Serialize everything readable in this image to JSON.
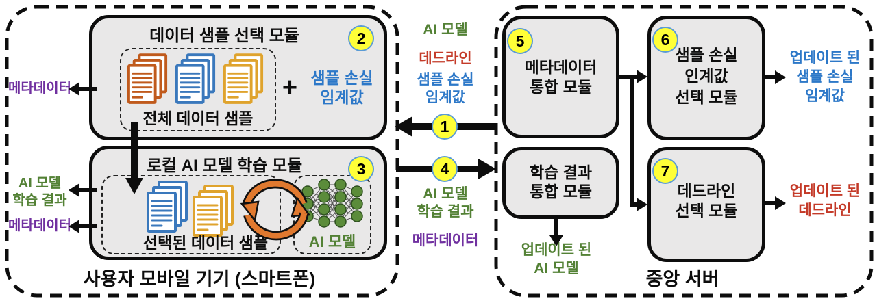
{
  "colors": {
    "purple": "#7030A0",
    "green": "#538135",
    "red": "#C43A28",
    "blue": "#2D78C8",
    "module_fill": "#E9E8E8",
    "badge_fill": "#FFFF38",
    "badge_ring": "#5B9BD5",
    "doc_orange": "#C05A1C",
    "doc_blue": "#3A78BC",
    "doc_gold": "#DFA32D",
    "cycle_orange": "#E0792F",
    "nn_node_green": "#5b8c3a"
  },
  "left_panel": {
    "caption": "사용자 모바일 기기 (스마트폰)",
    "metadata_out_top": "메타데이터",
    "metadata_out_bottom": "메타데이터",
    "training_result_out": "AI 모델\n학습 결과",
    "sample_select": {
      "badge": "2",
      "title": "데이터 샘플 선택 모듈",
      "data_label": "전체 데이터 샘플",
      "plus": "+",
      "threshold_label": "샘플 손실\n임계값"
    },
    "local_train": {
      "badge": "3",
      "title": "로컬 AI 모델 학습 모듈",
      "selected_label": "선택된 데이터 샘플",
      "ai_model_label": "AI 모델"
    }
  },
  "channel": {
    "model_label": "AI 모델",
    "deadline_label": "데드라인",
    "threshold_label": "샘플 손실\n임계값",
    "arrow1_badge": "1",
    "arrow4_badge": "4",
    "result_label": "AI 모델\n학습 결과",
    "metadata_label": "메타데이터"
  },
  "right_panel": {
    "caption": "중앙 서버",
    "meta_merge": {
      "badge": "5",
      "title": "메타데이터\n통합 모듈"
    },
    "thresh_select": {
      "badge": "6",
      "title": "샘플 손실\n인계값\n선택 모듈",
      "output": "업데이트 된\n샘플 손실\n임계값"
    },
    "result_merge": {
      "title": "학습 결과\n통합 모듈",
      "output": "업데이트 된\nAI 모델"
    },
    "deadline_select": {
      "badge": "7",
      "title": "데드라인\n선택 모듈",
      "output": "업데이트 된\n데드라인"
    }
  }
}
